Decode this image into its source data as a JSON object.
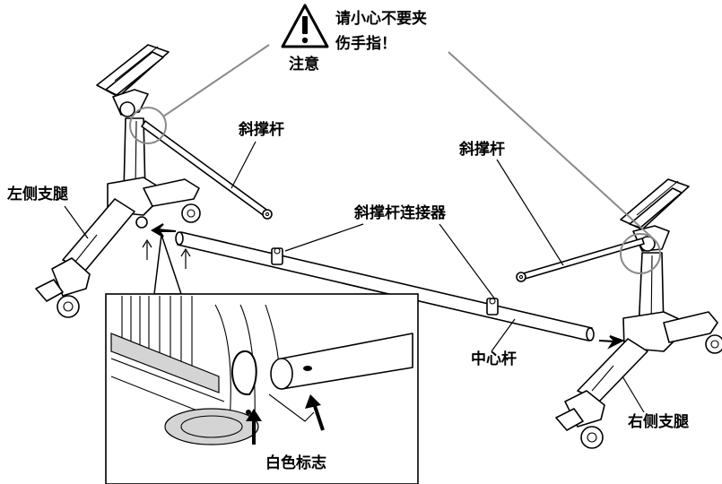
{
  "warning": {
    "icon": "warning-triangle-icon",
    "caption": "注意",
    "message_line1": "请小心不要夹",
    "message_line2": "伤手指！",
    "accent_color": "#8a8a8a"
  },
  "labels": {
    "left_leg": "左侧支腿",
    "right_leg": "右侧支腿",
    "brace_left": "斜撑杆",
    "brace_right": "斜撑杆",
    "brace_connector": "斜撑杆连接器",
    "center_bar": "中心杆",
    "white_mark": "白色标志"
  }
}
